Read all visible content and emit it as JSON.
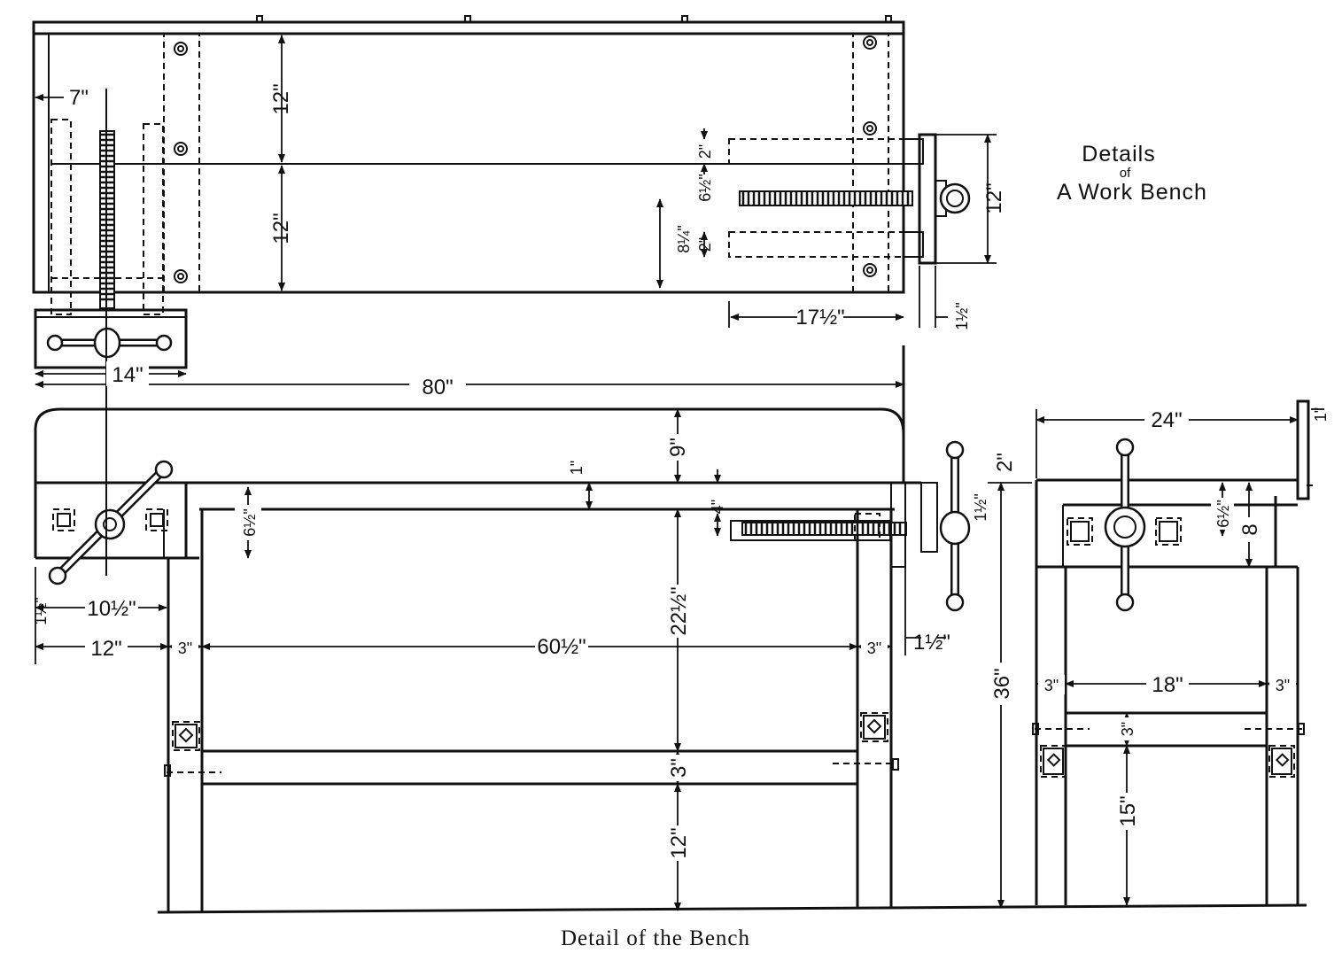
{
  "title": {
    "line1": "Details",
    "line2": "of",
    "line3": "A Work Bench"
  },
  "caption": "Detail of the Bench",
  "plan_view": {
    "dims": {
      "vise_offset": "7\"",
      "half_width_top": "12\"",
      "half_width_bottom": "12\"",
      "end_vise_jaw_a": "2\"",
      "end_vise_screw": "6½\"",
      "end_vise_jaw_b": "2\"",
      "end_vise_height": "8¼\"",
      "end_vise_jaw_width": "12\"",
      "end_vise_travel": "17½\"",
      "end_vise_thick": "1½\"",
      "side_vise_width": "14\"",
      "overall_length": "80\""
    }
  },
  "front_view": {
    "dims": {
      "top_height": "9\"",
      "apron_top": "1\"",
      "apron_gap": "2\"",
      "apron_height": "6½\"",
      "screw_drop": "4\"",
      "screw_spacing": "1½\"",
      "leg_left_overhang_small": "1½\"",
      "vise_offset": "10½\"",
      "overhang": "12\"",
      "leg_left": "3\"",
      "between_legs": "60½\"",
      "leg_right": "3\"",
      "end_jaw": "1½\"",
      "apron_to_stretcher": "22½\"",
      "stretcher": "3\"",
      "stretcher_to_floor": "12\"",
      "overall_height": "36\""
    }
  },
  "end_view": {
    "dims": {
      "depth": "24\"",
      "top_thick": "1\"",
      "apron": "6½\"",
      "apron_total": "8",
      "leg_left": "3\"",
      "between_legs": "18\"",
      "leg_right": "3\"",
      "stretcher": "3\"",
      "stretcher_to_floor": "15\""
    }
  }
}
